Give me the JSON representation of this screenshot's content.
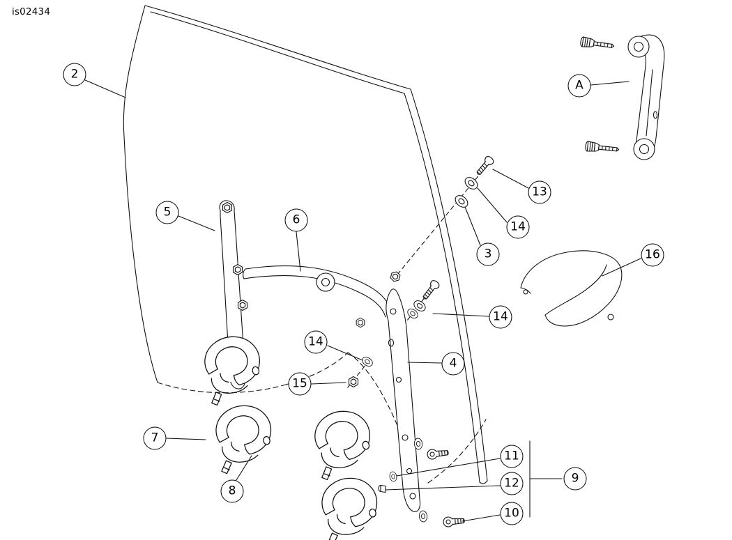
{
  "figure_id": "is02434",
  "colors": {
    "line": "#111111",
    "background": "#ffffff"
  },
  "callouts": [
    {
      "id": "2",
      "label": "2"
    },
    {
      "id": "5",
      "label": "5"
    },
    {
      "id": "6",
      "label": "6"
    },
    {
      "id": "A",
      "label": "A"
    },
    {
      "id": "13",
      "label": "13"
    },
    {
      "id": "14-top",
      "label": "14"
    },
    {
      "id": "3",
      "label": "3"
    },
    {
      "id": "16",
      "label": "16"
    },
    {
      "id": "14-mid",
      "label": "14"
    },
    {
      "id": "4",
      "label": "4"
    },
    {
      "id": "14-left",
      "label": "14"
    },
    {
      "id": "15",
      "label": "15"
    },
    {
      "id": "7",
      "label": "7"
    },
    {
      "id": "8",
      "label": "8"
    },
    {
      "id": "11",
      "label": "11"
    },
    {
      "id": "12",
      "label": "12"
    },
    {
      "id": "10",
      "label": "10"
    },
    {
      "id": "9",
      "label": "9"
    }
  ]
}
